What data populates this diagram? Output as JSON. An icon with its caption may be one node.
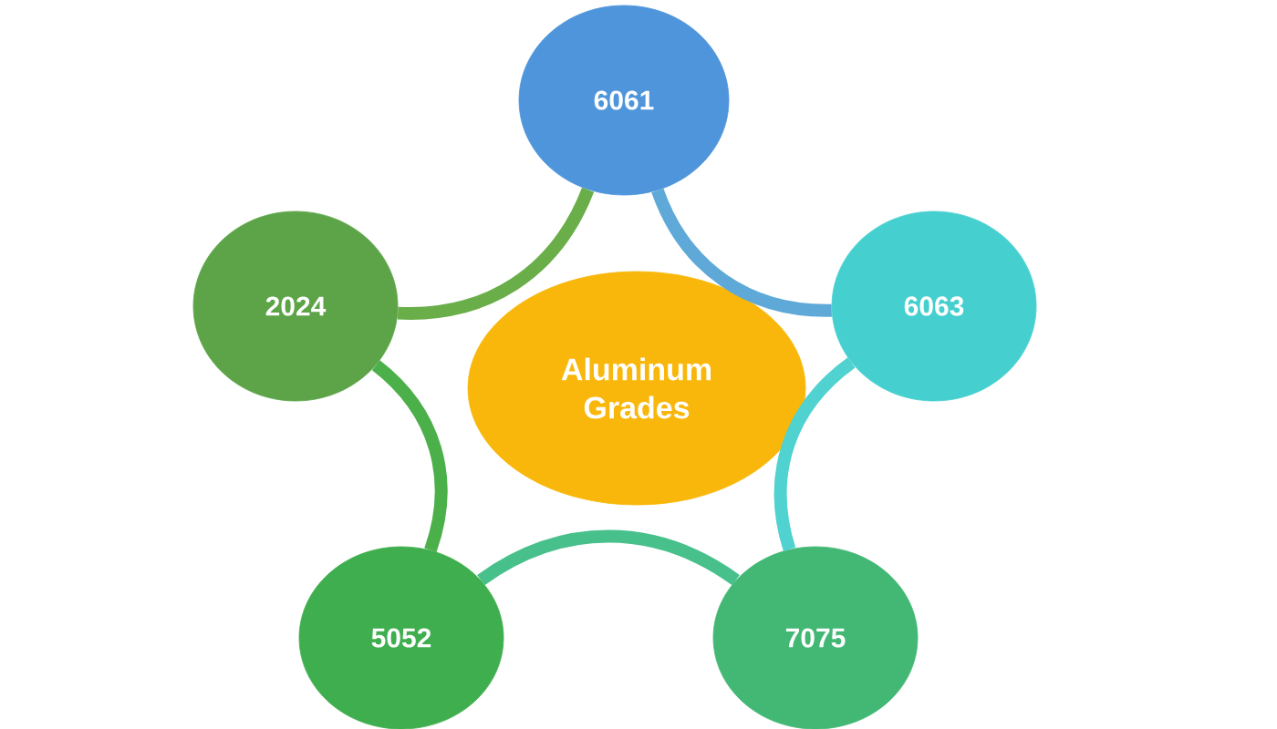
{
  "diagram": {
    "nodes": [
      {
        "text": [
          "6061"
        ]
      },
      {
        "text": [
          "6063"
        ]
      },
      {
        "text": [
          "7075"
        ]
      },
      {
        "text": [
          "5052"
        ]
      },
      {
        "text": [
          "2024"
        ]
      },
      {
        "text": [
          "Aluminum Grades"
        ]
      }
    ],
    "edges": [
      {
        "from": 0,
        "to": 1,
        "arrow": "none",
        "color": "#5fa9d8"
      },
      {
        "from": 1,
        "to": 2,
        "arrow": "none",
        "color": "#4fd2d0"
      },
      {
        "from": 2,
        "to": 3,
        "arrow": "none",
        "color": "#48c08c"
      },
      {
        "from": 3,
        "to": 4,
        "arrow": "none",
        "color": "#4cb04a"
      },
      {
        "from": 4,
        "to": 0,
        "arrow": "none",
        "color": "#6aae4a"
      }
    ]
  }
}
